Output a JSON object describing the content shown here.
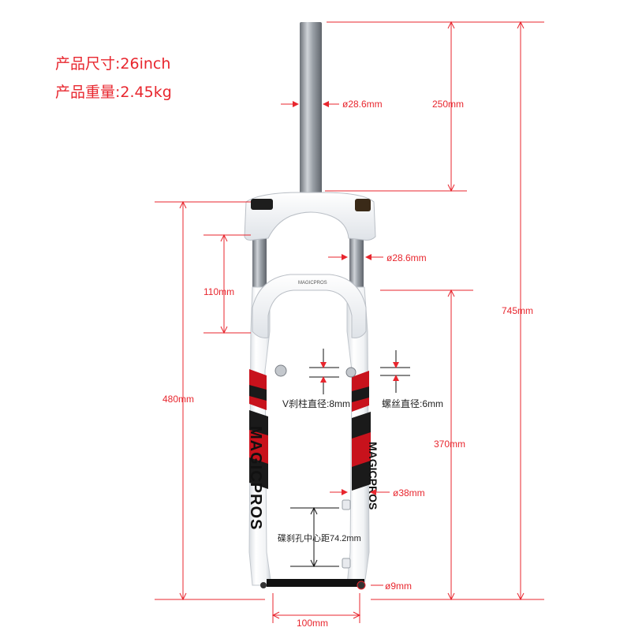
{
  "specs": {
    "size": "产品尺寸:26inch",
    "weight": "产品重量:2.45kg"
  },
  "dimensions": {
    "steerer_diameter": "ø28.6mm",
    "steerer_length": "250mm",
    "stanchion_diameter": "ø28.6mm",
    "travel": "110mm",
    "total_length": "745mm",
    "axle_to_crown": "480mm",
    "v_brake_post": "V刹柱直径:8mm",
    "thread_diameter": "螺丝直径:6mm",
    "brake_to_dropout": "370mm",
    "lower_leg_diameter": "ø38mm",
    "disc_mount_spacing": "碟刹孔中心距74.2mm",
    "dropout_diameter": "ø9mm",
    "hub_spacing": "100mm"
  },
  "decal": {
    "brand_text": "MAGICPROS",
    "arch_text": "MAGICPROS"
  },
  "colors": {
    "annotation": "#e8262e",
    "fork_body": "#f2f3f5",
    "decal_red": "#c8121c",
    "decal_black": "#1a1a1a",
    "stanchion": "#8a8f96"
  }
}
